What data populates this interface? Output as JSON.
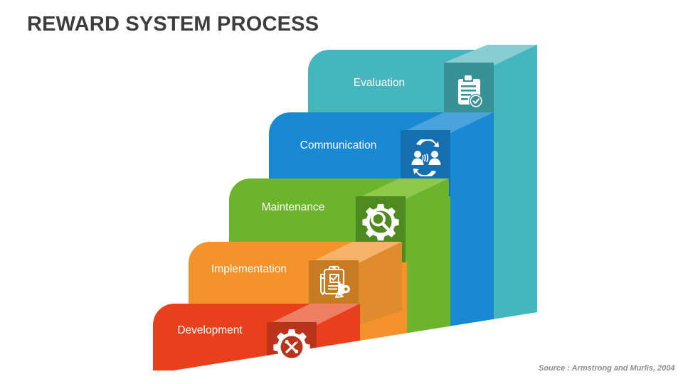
{
  "slide": {
    "title": "REWARD SYSTEM PROCESS",
    "source": "Source : Armstrong and Murlis, 2004",
    "background_color": "#ffffff",
    "title_color": "#3d3d3d",
    "source_color": "#8c8c8c"
  },
  "chart_data": {
    "type": "bar",
    "title": "REWARD SYSTEM PROCESS",
    "subtitle": "",
    "xlabel": "",
    "ylabel": "",
    "orientation": "ascending-staircase-3d",
    "categories": [
      "Development",
      "Implementation",
      "Maintenance",
      "Communication",
      "Evaluation"
    ],
    "values": [
      1,
      2,
      3,
      4,
      5
    ],
    "annotations": [
      "Source : Armstrong and Murlis, 2004"
    ],
    "legend": "none",
    "grid": false
  },
  "steps": [
    {
      "index": 1,
      "label": "Development",
      "color": "#e8401c",
      "color_dark": "#b8341a",
      "color_light": "#ef7f63",
      "icon": "gear-tools-icon"
    },
    {
      "index": 2,
      "label": "Implementation",
      "color": "#f4922b",
      "color_dark": "#c77b23",
      "color_light": "#f7b369",
      "icon": "clipboard-checklist-gear-icon"
    },
    {
      "index": 3,
      "label": "Maintenance",
      "color": "#6db42d",
      "color_dark": "#4f8a21",
      "color_light": "#8ec949",
      "icon": "gear-wrench-icon"
    },
    {
      "index": 4,
      "label": "Communication",
      "color": "#1a89d4",
      "color_dark": "#166fae",
      "color_light": "#4ba3de",
      "icon": "two-people-exchange-icon"
    },
    {
      "index": 5,
      "label": "Evaluation",
      "color": "#45b6bd",
      "color_dark": "#379298",
      "color_light": "#87cdd1",
      "icon": "clipboard-check-icon"
    }
  ]
}
